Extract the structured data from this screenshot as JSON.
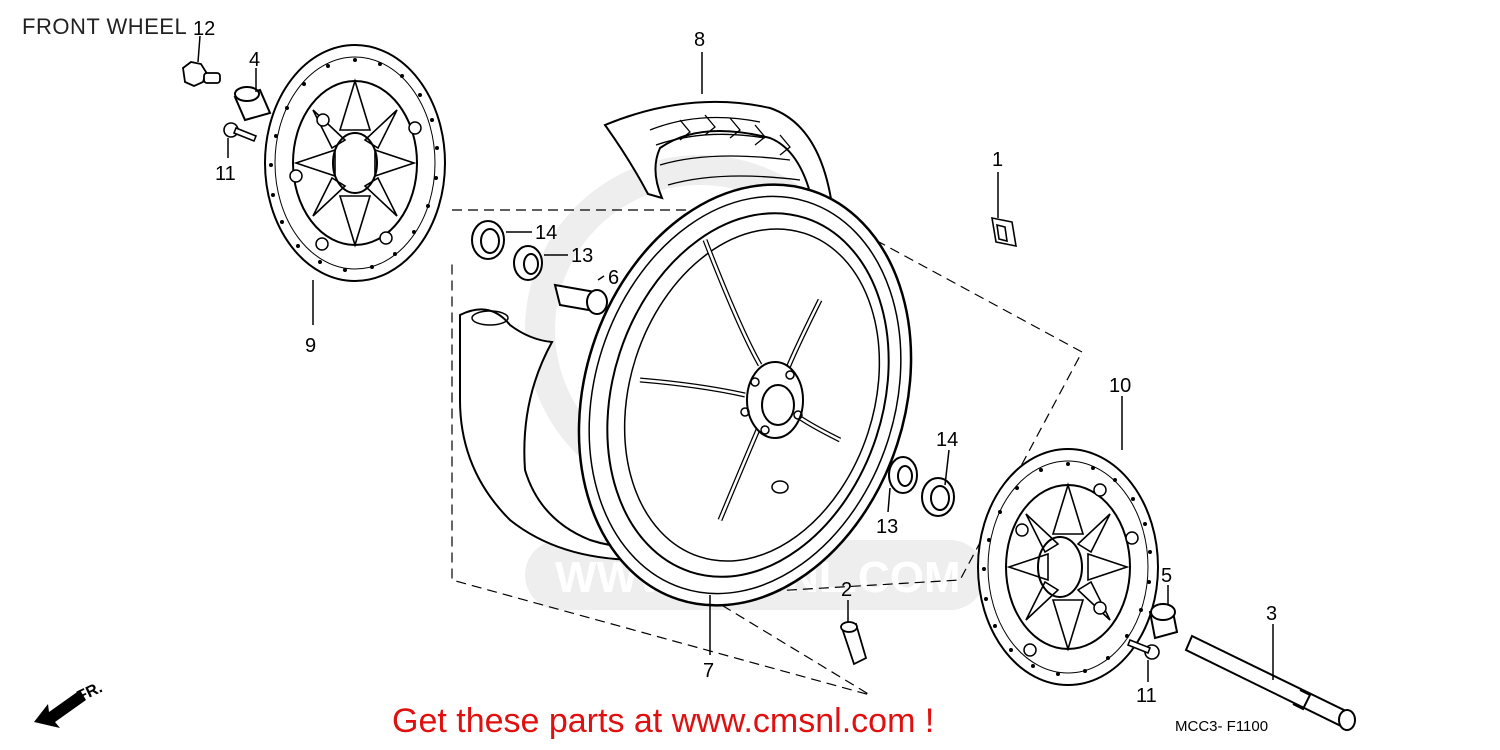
{
  "title": "FRONT WHEEL",
  "callouts": {
    "c1": "1",
    "c2": "2",
    "c3": "3",
    "c4": "4",
    "c5": "5",
    "c6": "6",
    "c7": "7",
    "c8": "8",
    "c9": "9",
    "c10": "10",
    "c11a": "11",
    "c11b": "11",
    "c12": "12",
    "c13a": "13",
    "c13b": "13",
    "c14a": "14",
    "c14b": "14"
  },
  "direction_label": "FR.",
  "watermark": "WWW.CMSNL.COM",
  "promo": "Get these parts at www.cmsnl.com !",
  "diagram_code": "MCC3- F1100"
}
